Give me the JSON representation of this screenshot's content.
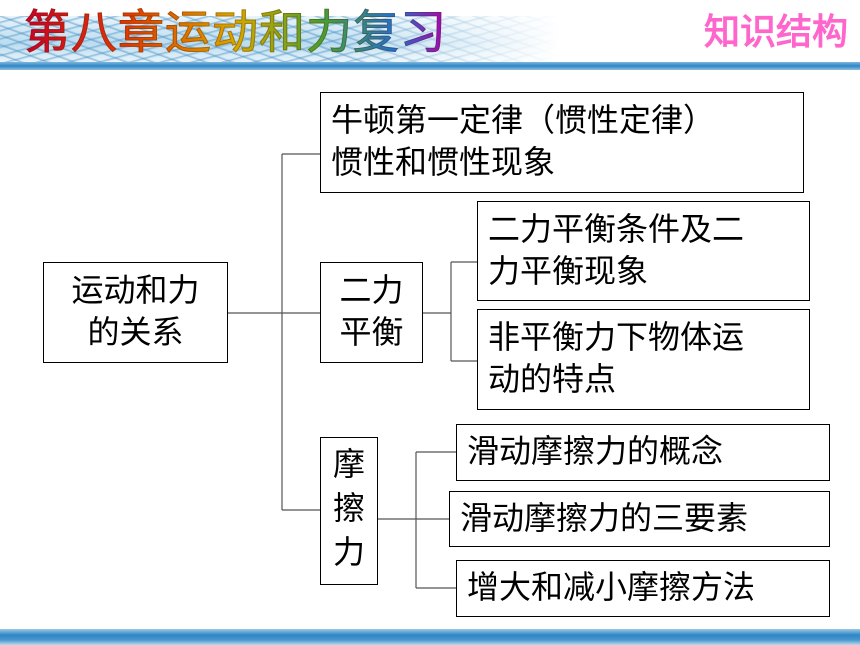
{
  "header": {
    "title": "第八章运动和力复习",
    "badge": "知识结构"
  },
  "root": {
    "lines": [
      "运动和力",
      "的关系"
    ]
  },
  "newton": {
    "lines": [
      "牛顿第一定律（惯性定律）",
      "惯性和惯性现象"
    ]
  },
  "balance": {
    "label": [
      "二力",
      "平衡"
    ],
    "items": [
      [
        "二力平衡条件及二",
        "力平衡现象"
      ],
      [
        "非平衡力下物体运",
        "动的特点"
      ]
    ]
  },
  "friction": {
    "label": [
      "摩",
      "擦",
      "力"
    ],
    "items": [
      "滑动摩擦力的概念",
      "滑动摩擦力的三要素",
      "增大和减小摩擦方法"
    ]
  },
  "colors": {
    "badge": "#ff66cc",
    "bar": "#2e86c6",
    "line": "#555555"
  }
}
